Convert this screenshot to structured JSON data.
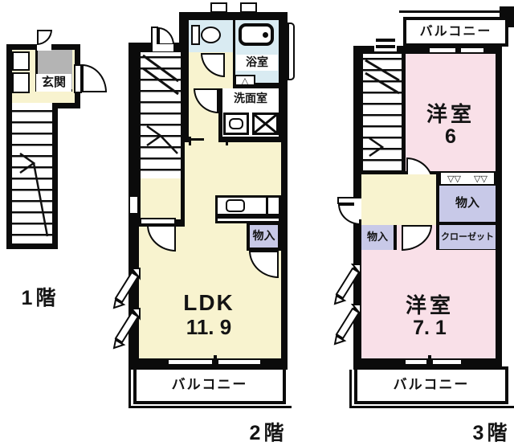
{
  "f1": {
    "label": "1階",
    "genkan": "玄関"
  },
  "f2": {
    "label": "2階",
    "bath": "浴室",
    "washroom": "洗面室",
    "ldk": "LDK",
    "ldk_size": "11. 9",
    "storage": "物入",
    "balcony": "バルコニー"
  },
  "f3": {
    "label": "3階",
    "balcony_top": "バルコニー",
    "room6_name": "洋室",
    "room6_size": "6",
    "storage_right": "物入",
    "storage_left": "物入",
    "closet": "クローゼット",
    "room71_name": "洋室",
    "room71_size": "7. 1",
    "balcony_bottom": "バルコニー"
  },
  "icons": {
    "bifold_doors": "▽▽",
    "bath_fold_door": "△"
  },
  "colors": {
    "wall": "#0b0b0b",
    "yellow": "#f8f3cf",
    "pink": "#f9e0e8",
    "blue": "#d9ebf2",
    "purple": "#c8c9e8",
    "gray": "#b4b4b4"
  }
}
